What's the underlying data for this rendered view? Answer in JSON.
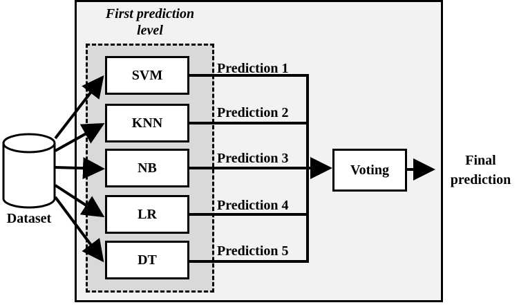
{
  "group": {
    "title_line1": "First prediction",
    "title_line2": "level"
  },
  "dataset": {
    "label": "Dataset",
    "icon": "database-cylinder-icon"
  },
  "models": [
    {
      "label": "SVM",
      "prediction": "Prediction 1"
    },
    {
      "label": "KNN",
      "prediction": "Prediction 2"
    },
    {
      "label": "NB",
      "prediction": "Prediction 3"
    },
    {
      "label": "LR",
      "prediction": "Prediction 4"
    },
    {
      "label": "DT",
      "prediction": "Prediction 5"
    }
  ],
  "voting": {
    "label": "Voting"
  },
  "output": {
    "line1": "Final",
    "line2": "prediction"
  },
  "colors": {
    "outer_background": "#f2f2f2",
    "group_background": "#d9d9d9",
    "box_background": "#ffffff",
    "stroke": "#000000"
  }
}
